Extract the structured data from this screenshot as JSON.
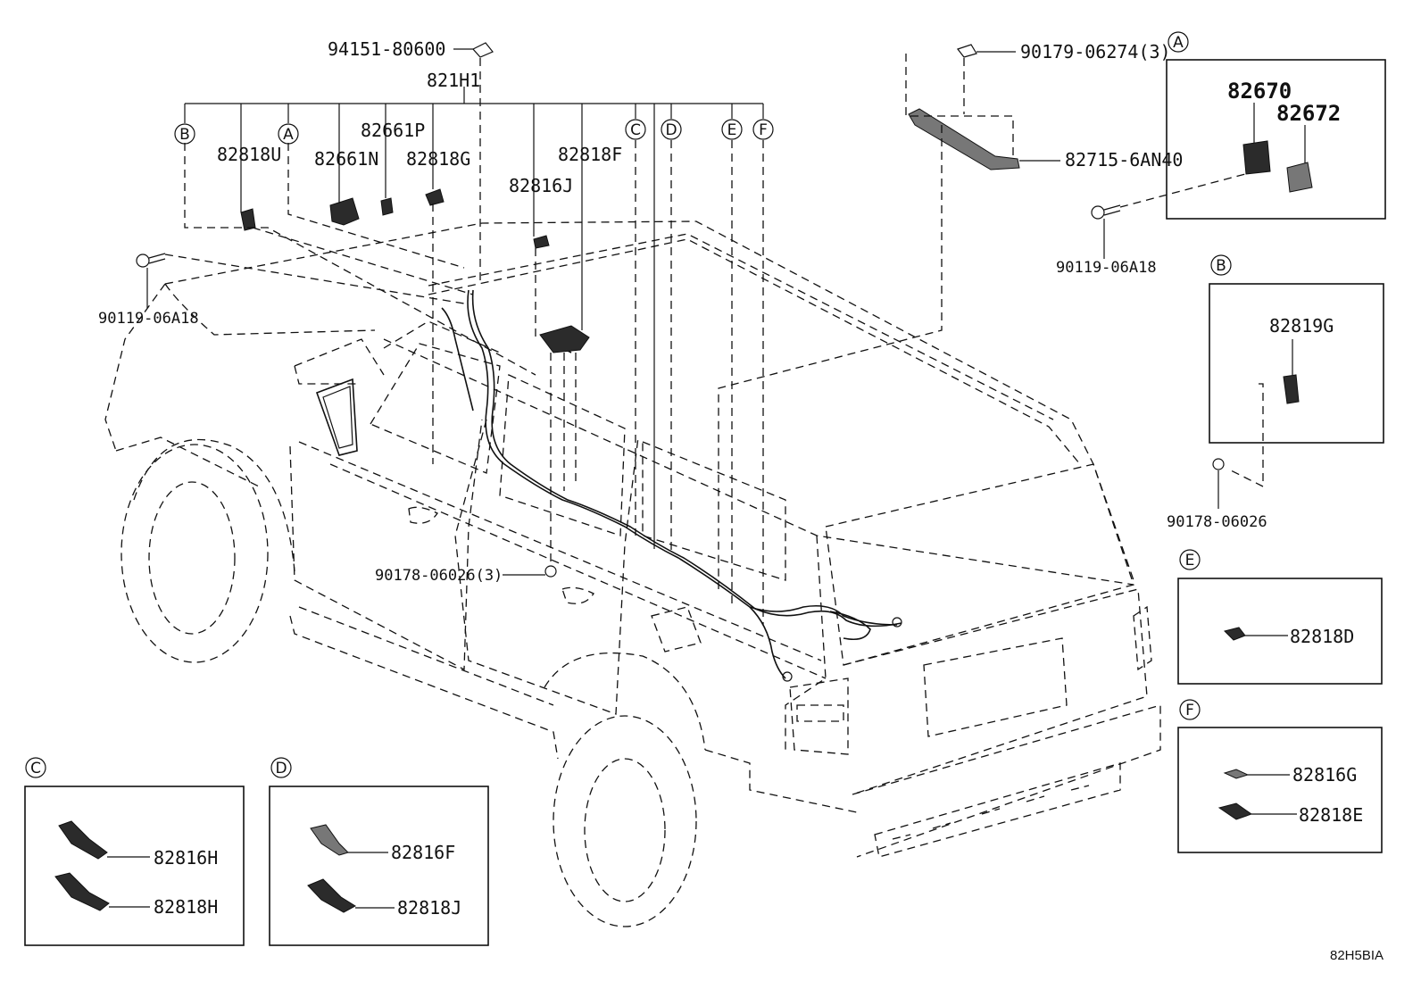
{
  "labels": {
    "p94151": "94151-80600",
    "p821H1": "821H1",
    "p90179": "90179-06274(3)",
    "p82715": "82715-6AN40",
    "p82818U": "82818U",
    "p82661N": "82661N",
    "p82661P": "82661P",
    "p82818G": "82818G",
    "p82818F": "82818F",
    "p82816J": "82816J",
    "p90119_left": "90119-06A18",
    "p90119_right": "90119-06A18",
    "p90178_3": "90178-06026(3)",
    "p90178": "90178-06026",
    "p82670": "82670",
    "p82672": "82672",
    "p82819G": "82819G",
    "p82818D": "82818D",
    "p82816G": "82816G",
    "p82818E": "82818E",
    "p82816H": "82816H",
    "p82818H": "82818H",
    "p82816F": "82816F",
    "p82818J": "82818J"
  },
  "callouts": {
    "A": "A",
    "B": "B",
    "C": "C",
    "D": "D",
    "E": "E",
    "F": "F"
  },
  "figure_ref": "82H5BIA"
}
